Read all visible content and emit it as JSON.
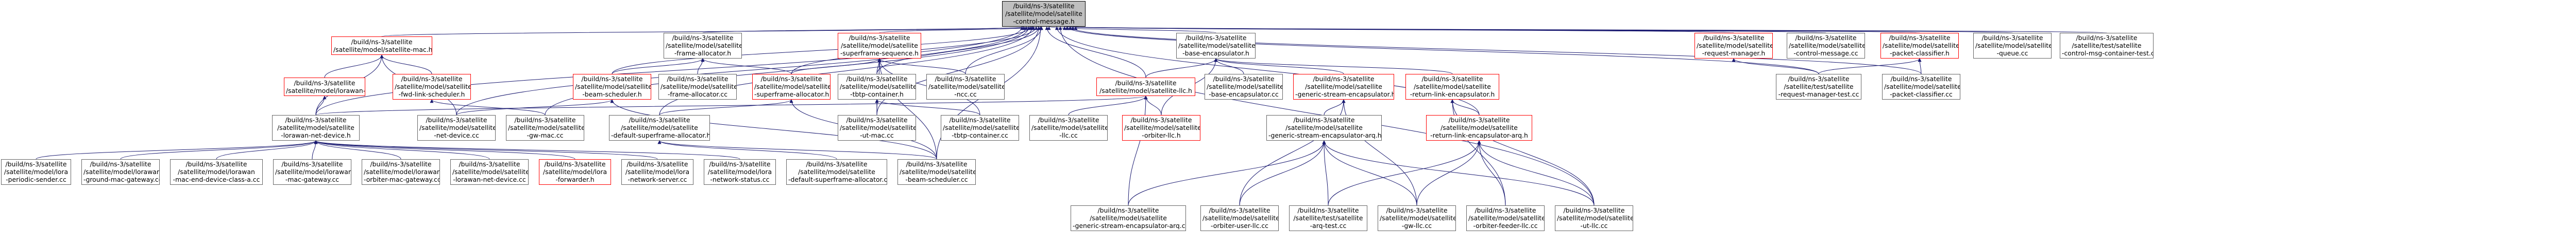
{
  "graph": {
    "colors": {
      "edge": "#191970",
      "border": "#666666",
      "red_border": "#ff0000",
      "root_fill": "#bfbfbf"
    },
    "nodes": [
      {
        "id": "root",
        "lines": [
          "/build/ns-3/satellite",
          "/satellite/model/satellite",
          "-control-message.h"
        ]
      },
      {
        "id": "mac_h",
        "lines": [
          "/build/ns-3/satellite",
          "/satellite/model/satellite-mac.h"
        ]
      },
      {
        "id": "frame_alloc_h",
        "lines": [
          "/build/ns-3/satellite",
          "/satellite/model/satellite",
          "-frame-allocator.h"
        ]
      },
      {
        "id": "superframe_seq_h",
        "lines": [
          "/build/ns-3/satellite",
          "/satellite/model/satellite",
          "-superframe-sequence.h"
        ]
      },
      {
        "id": "base_encap_h",
        "lines": [
          "/build/ns-3/satellite",
          "/satellite/model/satellite",
          "-base-encapsulator.h"
        ]
      },
      {
        "id": "req_mgr_h",
        "lines": [
          "/build/ns-3/satellite",
          "/satellite/model/satellite",
          "-request-manager.h"
        ]
      },
      {
        "id": "ctrl_msg_cc",
        "lines": [
          "/build/ns-3/satellite",
          "/satellite/model/satellite",
          "-control-message.cc"
        ]
      },
      {
        "id": "pkt_class_h",
        "lines": [
          "/build/ns-3/satellite",
          "/satellite/model/satellite",
          "-packet-classifier.h"
        ]
      },
      {
        "id": "queue_cc",
        "lines": [
          "/build/ns-3/satellite",
          "/satellite/model/satellite",
          "-queue.cc"
        ]
      },
      {
        "id": "ctrl_msg_test",
        "lines": [
          "/build/ns-3/satellite",
          "/satellite/test/satellite",
          "-control-msg-container-test.cc"
        ]
      },
      {
        "id": "lorawan_mac_h",
        "lines": [
          "/build/ns-3/satellite",
          "/satellite/model/lorawan-mac.h"
        ]
      },
      {
        "id": "fwd_link_sched_h",
        "lines": [
          "/build/ns-3/satellite",
          "/satellite/model/satellite",
          "-fwd-link-scheduler.h"
        ]
      },
      {
        "id": "beam_sched_h",
        "lines": [
          "/build/ns-3/satellite",
          "/satellite/model/satellite",
          "-beam-scheduler.h"
        ]
      },
      {
        "id": "frame_alloc_cc",
        "lines": [
          "/build/ns-3/satellite",
          "/satellite/model/satellite",
          "-frame-allocator.cc"
        ]
      },
      {
        "id": "superframe_alloc_h",
        "lines": [
          "/build/ns-3/satellite",
          "/satellite/model/satellite",
          "-superframe-allocator.h"
        ]
      },
      {
        "id": "tbtp_container_h",
        "lines": [
          "/build/ns-3/satellite",
          "/satellite/model/satellite",
          "-tbtp-container.h"
        ]
      },
      {
        "id": "ncc_cc",
        "lines": [
          "/build/ns-3/satellite",
          "/satellite/model/satellite",
          "-ncc.cc"
        ]
      },
      {
        "id": "llc_h",
        "lines": [
          "/build/ns-3/satellite",
          "/satellite/model/satellite-llc.h"
        ]
      },
      {
        "id": "base_encap_cc",
        "lines": [
          "/build/ns-3/satellite",
          "/satellite/model/satellite",
          "-base-encapsulator.cc"
        ]
      },
      {
        "id": "gen_stream_encap_h",
        "lines": [
          "/build/ns-3/satellite",
          "/satellite/model/satellite",
          "-generic-stream-encapsulator.h"
        ]
      },
      {
        "id": "return_link_encap_h",
        "lines": [
          "/build/ns-3/satellite",
          "/satellite/model/satellite",
          "-return-link-encapsulator.h"
        ]
      },
      {
        "id": "req_mgr_test",
        "lines": [
          "/build/ns-3/satellite",
          "/satellite/test/satellite",
          "-request-manager-test.cc"
        ]
      },
      {
        "id": "pkt_class_cc",
        "lines": [
          "/build/ns-3/satellite",
          "/satellite/model/satellite",
          "-packet-classifier.cc"
        ]
      },
      {
        "id": "lorawan_net_dev_h",
        "lines": [
          "/build/ns-3/satellite",
          "/satellite/model/satellite",
          "-lorawan-net-device.h"
        ]
      },
      {
        "id": "net_device_cc",
        "lines": [
          "/build/ns-3/satellite",
          "/satellite/model/satellite",
          "-net-device.cc"
        ]
      },
      {
        "id": "gw_mac_cc",
        "lines": [
          "/build/ns-3/satellite",
          "/satellite/model/satellite",
          "-gw-mac.cc"
        ]
      },
      {
        "id": "default_superframe_alloc_h",
        "lines": [
          "/build/ns-3/satellite",
          "/satellite/model/satellite",
          "-default-superframe-allocator.h"
        ]
      },
      {
        "id": "ut_mac_cc",
        "lines": [
          "/build/ns-3/satellite",
          "/satellite/model/satellite",
          "-ut-mac.cc"
        ]
      },
      {
        "id": "tbtp_container_cc",
        "lines": [
          "/build/ns-3/satellite",
          "/satellite/model/satellite",
          "-tbtp-container.cc"
        ]
      },
      {
        "id": "llc_cc",
        "lines": [
          "/build/ns-3/satellite",
          "/satellite/model/satellite",
          "-llc.cc"
        ]
      },
      {
        "id": "orbiter_llc_h",
        "lines": [
          "/build/ns-3/satellite",
          "/satellite/model/satellite",
          "-orbiter-llc.h"
        ]
      },
      {
        "id": "gen_stream_encap_arq_h",
        "lines": [
          "/build/ns-3/satellite",
          "/satellite/model/satellite",
          "-generic-stream-encapsulator-arq.h"
        ]
      },
      {
        "id": "return_link_encap_arq_h",
        "lines": [
          "/build/ns-3/satellite",
          "/satellite/model/satellite",
          "-return-link-encapsulator-arq.h"
        ]
      },
      {
        "id": "periodic_sender",
        "lines": [
          "/build/ns-3/satellite",
          "/satellite/model/lora",
          "-periodic-sender.cc"
        ]
      },
      {
        "id": "ground_mac_gw",
        "lines": [
          "/build/ns-3/satellite",
          "/satellite/model/lorawan",
          "-ground-mac-gateway.cc"
        ]
      },
      {
        "id": "mac_end_device_a",
        "lines": [
          "/build/ns-3/satellite",
          "/satellite/model/lorawan",
          "-mac-end-device-class-a.cc"
        ]
      },
      {
        "id": "mac_gateway",
        "lines": [
          "/build/ns-3/satellite",
          "/satellite/model/lorawan",
          "-mac-gateway.cc"
        ]
      },
      {
        "id": "orbiter_mac_gw",
        "lines": [
          "/build/ns-3/satellite",
          "/satellite/model/lorawan",
          "-orbiter-mac-gateway.cc"
        ]
      },
      {
        "id": "lorawan_net_dev_cc",
        "lines": [
          "/build/ns-3/satellite",
          "/satellite/model/satellite",
          "-lorawan-net-device.cc"
        ]
      },
      {
        "id": "lora_forwarder_h",
        "lines": [
          "/build/ns-3/satellite",
          "/satellite/model/lora",
          "-forwarder.h"
        ]
      },
      {
        "id": "network_server",
        "lines": [
          "/build/ns-3/satellite",
          "/satellite/model/lora",
          "-network-server.cc"
        ]
      },
      {
        "id": "network_status",
        "lines": [
          "/build/ns-3/satellite",
          "/satellite/model/lora",
          "-network-status.cc"
        ]
      },
      {
        "id": "default_superframe_alloc_cc",
        "lines": [
          "/build/ns-3/satellite",
          "/satellite/model/satellite",
          "-default-superframe-allocator.cc"
        ]
      },
      {
        "id": "beam_sched_cc",
        "lines": [
          "/build/ns-3/satellite",
          "/satellite/model/satellite",
          "-beam-scheduler.cc"
        ]
      },
      {
        "id": "gen_stream_encap_arq_cc",
        "lines": [
          "/build/ns-3/satellite",
          "/satellite/model/satellite",
          "-generic-stream-encapsulator-arq.cc"
        ]
      },
      {
        "id": "orbiter_user_llc_cc",
        "lines": [
          "/build/ns-3/satellite",
          "/satellite/model/satellite",
          "-orbiter-user-llc.cc"
        ]
      },
      {
        "id": "arq_test",
        "lines": [
          "/build/ns-3/satellite",
          "/satellite/test/satellite",
          "-arq-test.cc"
        ]
      },
      {
        "id": "gw_llc_cc",
        "lines": [
          "/build/ns-3/satellite",
          "/satellite/model/satellite",
          "-gw-llc.cc"
        ]
      },
      {
        "id": "orbiter_feeder_llc_cc",
        "lines": [
          "/build/ns-3/satellite",
          "/satellite/model/satellite",
          "-orbiter-feeder-llc.cc"
        ]
      },
      {
        "id": "ut_llc_cc",
        "lines": [
          "/build/ns-3/satellite",
          "/satellite/model/satellite",
          "-ut-llc.cc"
        ]
      }
    ],
    "edges": [
      [
        "mac_h",
        "root"
      ],
      [
        "frame_alloc_h",
        "root"
      ],
      [
        "superframe_seq_h",
        "root"
      ],
      [
        "base_encap_h",
        "root"
      ],
      [
        "req_mgr_h",
        "root"
      ],
      [
        "ctrl_msg_cc",
        "root"
      ],
      [
        "pkt_class_h",
        "root"
      ],
      [
        "queue_cc",
        "root"
      ],
      [
        "ctrl_msg_test",
        "root"
      ],
      [
        "lorawan_net_dev_h",
        "root"
      ],
      [
        "net_device_cc",
        "root"
      ],
      [
        "gw_mac_cc",
        "root"
      ],
      [
        "ut_mac_cc",
        "root"
      ],
      [
        "ncc_cc",
        "root"
      ],
      [
        "beam_sched_cc",
        "root"
      ],
      [
        "default_superframe_alloc_h",
        "root"
      ],
      [
        "llc_h",
        "root"
      ],
      [
        "return_link_encap_arq_h",
        "root"
      ],
      [
        "ut_llc_cc",
        "root"
      ],
      [
        "pkt_class_cc",
        "root"
      ],
      [
        "req_mgr_test",
        "root"
      ],
      [
        "tbtp_container_h",
        "root"
      ],
      [
        "beam_sched_h",
        "root"
      ],
      [
        "superframe_alloc_h",
        "root"
      ],
      [
        "lorawan_mac_h",
        "mac_h"
      ],
      [
        "fwd_link_sched_h",
        "mac_h"
      ],
      [
        "lorawan_net_dev_h",
        "mac_h"
      ],
      [
        "net_device_cc",
        "mac_h"
      ],
      [
        "lorawan_net_dev_h",
        "lorawan_mac_h"
      ],
      [
        "gw_mac_cc",
        "fwd_link_sched_h"
      ],
      [
        "beam_sched_h",
        "frame_alloc_h"
      ],
      [
        "frame_alloc_cc",
        "frame_alloc_h"
      ],
      [
        "superframe_alloc_h",
        "frame_alloc_h"
      ],
      [
        "superframe_alloc_h",
        "superframe_seq_h"
      ],
      [
        "tbtp_container_h",
        "superframe_seq_h"
      ],
      [
        "ncc_cc",
        "superframe_seq_h"
      ],
      [
        "ut_mac_cc",
        "superframe_seq_h"
      ],
      [
        "tbtp_container_cc",
        "superframe_seq_h"
      ],
      [
        "beam_sched_cc",
        "superframe_seq_h"
      ],
      [
        "default_superframe_alloc_h",
        "superframe_alloc_h"
      ],
      [
        "beam_sched_cc",
        "superframe_alloc_h"
      ],
      [
        "ut_mac_cc",
        "tbtp_container_h"
      ],
      [
        "tbtp_container_cc",
        "tbtp_container_h"
      ],
      [
        "llc_h",
        "base_encap_h"
      ],
      [
        "base_encap_cc",
        "base_encap_h"
      ],
      [
        "gen_stream_encap_h",
        "base_encap_h"
      ],
      [
        "return_link_encap_h",
        "base_encap_h"
      ],
      [
        "orbiter_llc_h",
        "base_encap_h"
      ],
      [
        "lorawan_net_dev_h",
        "llc_h"
      ],
      [
        "llc_cc",
        "llc_h"
      ],
      [
        "orbiter_llc_h",
        "llc_h"
      ],
      [
        "gen_stream_encap_arq_cc",
        "llc_h"
      ],
      [
        "gen_stream_encap_arq_h",
        "gen_stream_encap_h"
      ],
      [
        "gw_llc_cc",
        "gen_stream_encap_h"
      ],
      [
        "orbiter_user_llc_cc",
        "gen_stream_encap_h"
      ],
      [
        "return_link_encap_arq_h",
        "return_link_encap_h"
      ],
      [
        "ut_llc_cc",
        "return_link_encap_h"
      ],
      [
        "orbiter_feeder_llc_cc",
        "return_link_encap_h"
      ],
      [
        "req_mgr_test",
        "req_mgr_h"
      ],
      [
        "pkt_class_cc",
        "pkt_class_h"
      ],
      [
        "req_mgr_test",
        "pkt_class_h"
      ],
      [
        "gen_stream_encap_arq_cc",
        "gen_stream_encap_arq_h"
      ],
      [
        "arq_test",
        "gen_stream_encap_arq_h"
      ],
      [
        "gw_llc_cc",
        "gen_stream_encap_arq_h"
      ],
      [
        "orbiter_user_llc_cc",
        "gen_stream_encap_arq_h"
      ],
      [
        "ut_llc_cc",
        "gen_stream_encap_arq_h"
      ],
      [
        "arq_test",
        "return_link_encap_arq_h"
      ],
      [
        "ut_llc_cc",
        "return_link_encap_arq_h"
      ],
      [
        "gw_llc_cc",
        "return_link_encap_arq_h"
      ],
      [
        "orbiter_feeder_llc_cc",
        "return_link_encap_arq_h"
      ],
      [
        "default_superframe_alloc_cc",
        "default_superframe_alloc_h"
      ],
      [
        "beam_sched_cc",
        "default_superframe_alloc_h"
      ],
      [
        "net_device_cc",
        "beam_sched_h"
      ],
      [
        "beam_sched_cc",
        "beam_sched_h"
      ],
      [
        "periodic_sender",
        "lorawan_net_dev_h"
      ],
      [
        "ground_mac_gw",
        "lorawan_net_dev_h"
      ],
      [
        "mac_end_device_a",
        "lorawan_net_dev_h"
      ],
      [
        "mac_gateway",
        "lorawan_net_dev_h"
      ],
      [
        "orbiter_mac_gw",
        "lorawan_net_dev_h"
      ],
      [
        "lorawan_net_dev_cc",
        "lorawan_net_dev_h"
      ],
      [
        "lora_forwarder_h",
        "lorawan_net_dev_h"
      ],
      [
        "network_server",
        "lorawan_net_dev_h"
      ],
      [
        "network_status",
        "lorawan_net_dev_h"
      ]
    ]
  }
}
